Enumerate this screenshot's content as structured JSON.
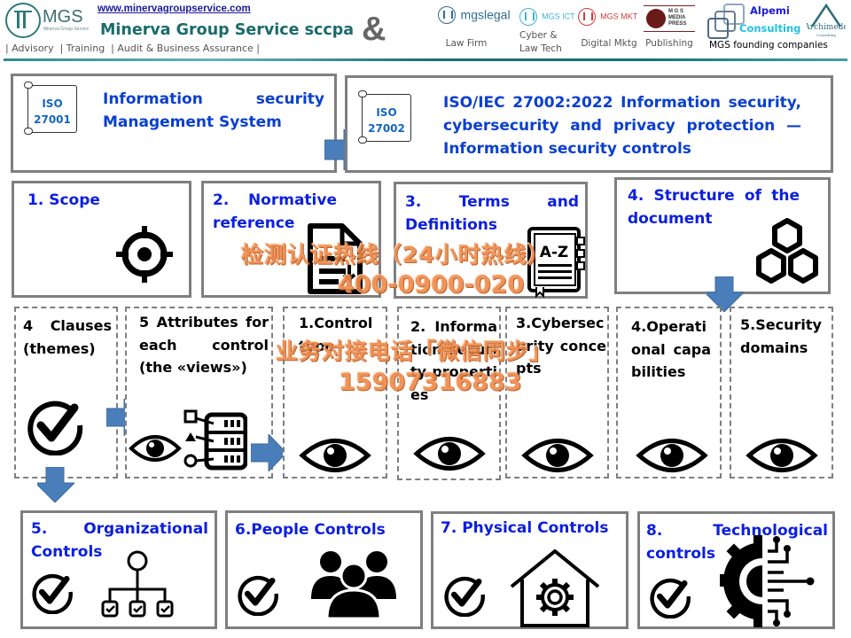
{
  "header": {
    "logo_text": "MGS",
    "logo_subtext": "Minerva Group Service",
    "website": "www.minervagroupservice.com",
    "company_name": "Minerva Group Service sccpa",
    "services": "| Advisory  | Training  | Audit & Business Assurance |",
    "ampersand": "&",
    "brands": [
      {
        "name": "mgslegal",
        "label": "Law Firm",
        "color": "#2f6d8f"
      },
      {
        "name": "MGS ICT",
        "label": "Cyber & Law Tech",
        "color": "#38b5d8"
      },
      {
        "name": "MGS MKT",
        "label": "Digital  Mktg",
        "color": "#d03b3b"
      },
      {
        "name": "MGS MEDIA PRESS",
        "label": "Publishing",
        "color": "#7a1f1f"
      }
    ],
    "founding": {
      "alpemi_line1": "Alpemi",
      "alpemi_line2": "Consulting",
      "archimede": "Archimede",
      "archimede_sub": "Consulting",
      "label": "MGS founding companies"
    }
  },
  "top_boxes": {
    "iso27001": {
      "badge_line1": "ISO",
      "badge_line2": "27001",
      "title": "Information security Management System"
    },
    "iso27002": {
      "badge_line1": "ISO",
      "badge_line2": "27002",
      "title": "ISO/IEC 27002:2022 Information security, cybersecurity  and privacy protection — Information  security controls"
    }
  },
  "clauses_row": [
    {
      "title": "1. Scope",
      "icon": "target-icon"
    },
    {
      "title": "2.  Normative reference",
      "icon": "document-reference-icon"
    },
    {
      "title": "3.  Terms  and Definitions",
      "icon": "glossary-book-icon"
    },
    {
      "title": "4. Structure of the document",
      "icon": "hexagon-structure-icon"
    }
  ],
  "themes_row": {
    "clauses": {
      "title": "4 Clauses (themes)",
      "icon": "check-circle-icon"
    },
    "attributes": {
      "title": "5 Attributes for each control (the «views»)",
      "icon": "eye-data-icon"
    },
    "views": [
      {
        "title": "1.Control type",
        "icon": "eye-icon"
      },
      {
        "title": "2. Information security properties",
        "icon": "eye-icon"
      },
      {
        "title": "3.Cybersecurity concepts",
        "icon": "eye-icon"
      },
      {
        "title": "4.Operational capabilities",
        "icon": "eye-icon"
      },
      {
        "title": "5.Security domains",
        "icon": "eye-icon"
      }
    ]
  },
  "controls_row": [
    {
      "title": "5.  Organizational Controls",
      "icon": "org-chart-icon"
    },
    {
      "title": "6.People Controls",
      "icon": "people-group-icon"
    },
    {
      "title": "7. Physical Controls",
      "icon": "house-gear-icon"
    },
    {
      "title": "8.  Technological controls",
      "icon": "gear-circuit-icon"
    }
  ],
  "watermark": {
    "line1": "检测认证热线（24小时热线）",
    "line2": "400-0900-020",
    "line3": "业务对接电话「微信同步」",
    "line4": "15907316883"
  },
  "colors": {
    "title_blue": "#0b1fe0",
    "arrow_blue": "#4a7ebb",
    "border_gray": "#7f7f7f",
    "watermark_orange": "#f08a4b",
    "brand_teal": "#1a6b6b"
  }
}
